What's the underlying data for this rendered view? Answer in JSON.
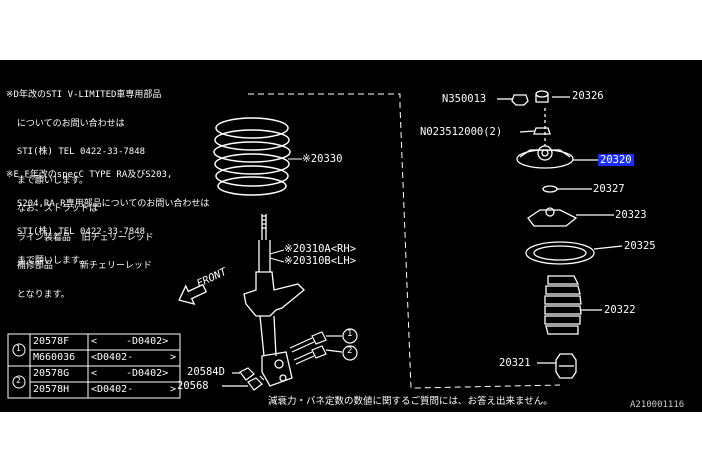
{
  "notes": {
    "note1": [
      "※D年改のSTI V-LIMITED車専用部品",
      "  についてのお問い合わせは",
      "  STI(株) TEL 0422-33-7848",
      "  まで願いします。",
      "  なお、ストラットは",
      "  ライン装着品  旧チェリーレッド",
      "  補修部品     新チェリーレッド",
      "  となります。"
    ],
    "note2": [
      "※E,F年改のspecC TYPE RA及びS203,",
      "  S204,RA-R専用部品についてのお問い合わせは",
      "  STI(株) TEL 0422-33-7848",
      "  まで願いします。"
    ]
  },
  "parts": {
    "n350013": "N350013",
    "p20326": "20326",
    "n023512000": "N023512000(2)",
    "p20320": "20320",
    "p20327": "20327",
    "p20323": "20323",
    "p20325": "20325",
    "p20322": "20322",
    "p20321": "20321",
    "p20330": "※20330",
    "p20310a": "※20310A<RH>",
    "p20310b": "※20310B<LH>",
    "p20584d": "20584D",
    "p20568": "20568",
    "circle1": "1",
    "circle2": "2"
  },
  "front_label": "FRONT",
  "table": {
    "groups": [
      {
        "num": "1",
        "rows": [
          {
            "part": "20578F",
            "range_a": "<",
            "range_b": "-D0402>"
          },
          {
            "part": "M660036",
            "range_a": "<D0402-",
            "range_b": ">"
          }
        ]
      },
      {
        "num": "2",
        "rows": [
          {
            "part": "20578G",
            "range_a": "<",
            "range_b": "-D0402>"
          },
          {
            "part": "20578H",
            "range_a": "<D0402-",
            "range_b": ">"
          }
        ]
      }
    ]
  },
  "footer_note": "減衰力・バネ定数の数値に関するご質問には、お答え出来ません。",
  "diagram_id": "A210001116",
  "colors": {
    "background": "#000000",
    "line": "#ffffff",
    "highlight": "#1a2cff"
  }
}
